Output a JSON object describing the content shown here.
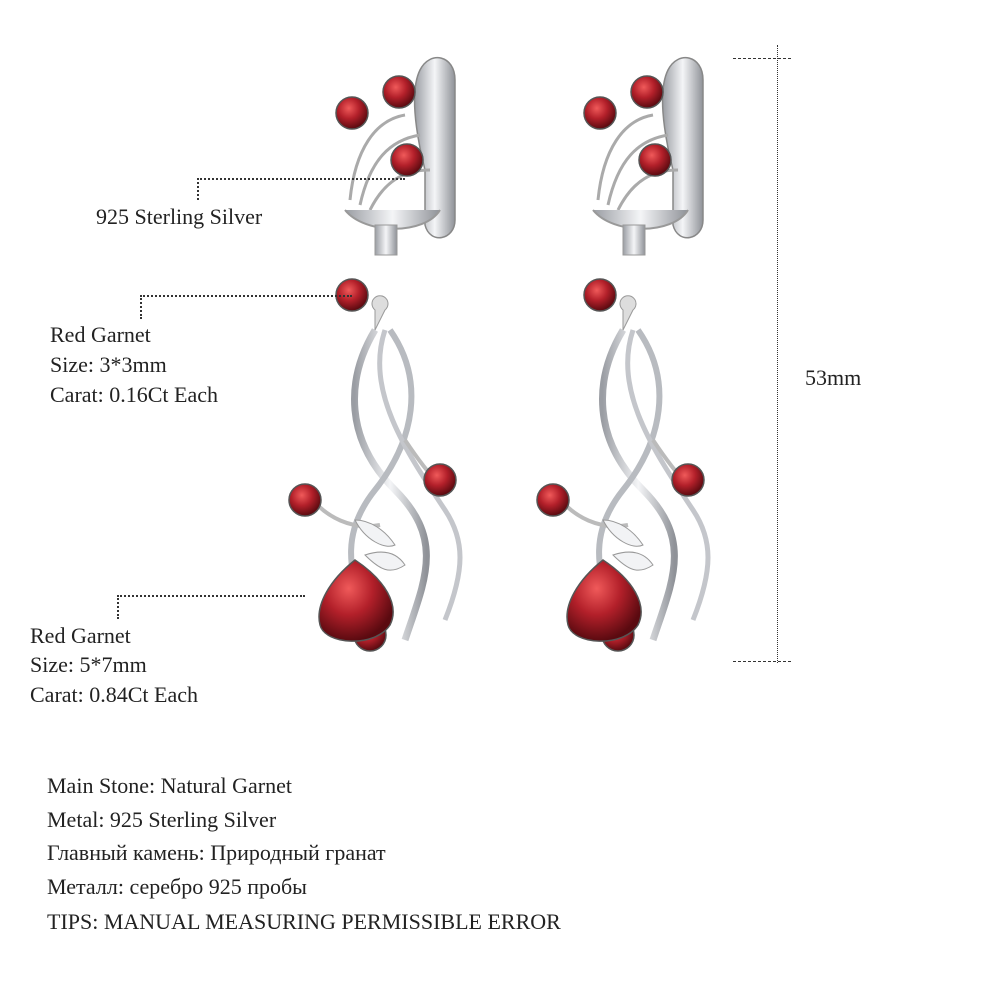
{
  "callouts": {
    "metal": {
      "label": "925 Sterling Silver"
    },
    "small_stone": {
      "name": "Red Garnet",
      "size": "Size: 3*3mm",
      "carat": "Carat: 0.16Ct Each"
    },
    "main_stone": {
      "name": "Red Garnet",
      "size": "Size: 5*7mm",
      "carat": "Carat: 0.84Ct Each"
    }
  },
  "dimension": {
    "length": "53mm"
  },
  "specs": [
    "Main Stone: Natural Garnet",
    "Metal: 925 Sterling Silver",
    "Главный камень: Природный гранат",
    "Металл: серебро 925 пробы",
    "TIPS: MANUAL MEASURING PERMISSIBLE ERROR"
  ],
  "colors": {
    "garnet": "#b3202a",
    "silver": "#c9cbcf",
    "leader": "#333333"
  }
}
